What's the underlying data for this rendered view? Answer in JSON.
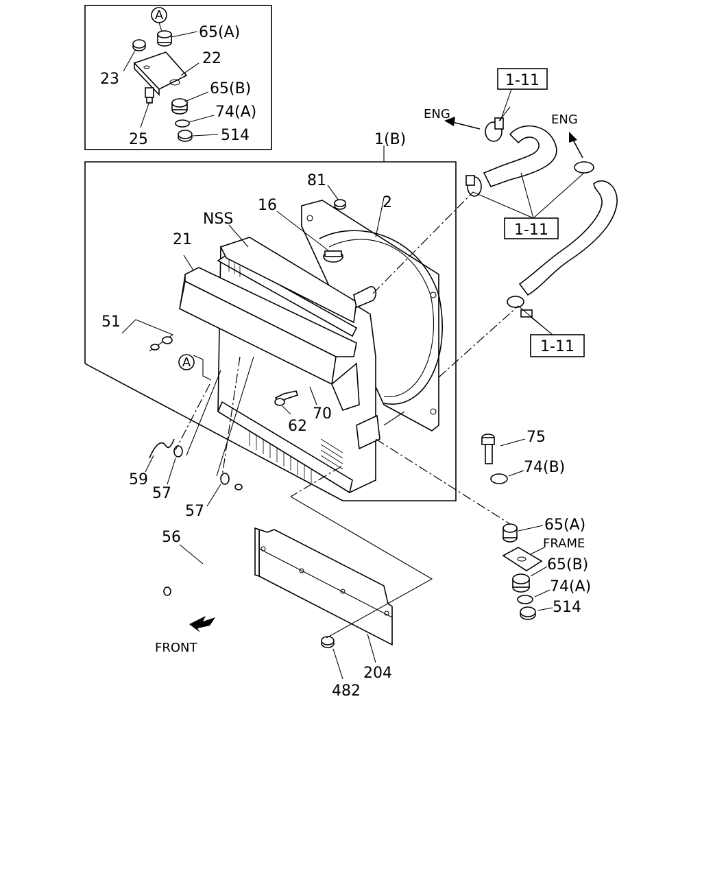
{
  "callouts": {
    "c65a_top": "65(A)",
    "c22": "22",
    "c23": "23",
    "c65b_top": "65(B)",
    "c74a_top": "74(A)",
    "c25": "25",
    "c514_top": "514",
    "c1b": "1(B)",
    "c81": "81",
    "c2": "2",
    "c16": "16",
    "cnss": "NSS",
    "c21": "21",
    "c51": "51",
    "c62": "62",
    "c70": "70",
    "c59": "59",
    "c57a": "57",
    "c57b": "57",
    "c56": "56",
    "c75": "75",
    "c74b": "74(B)",
    "c65a_bot": "65(A)",
    "cframe": "FRAME",
    "c65b_bot": "65(B)",
    "c74a_bot": "74(A)",
    "c514_bot": "514",
    "c204": "204",
    "c482": "482",
    "cfront": "FRONT",
    "ceng_left": "ENG",
    "ceng_right": "ENG",
    "ref1": "1-11",
    "ref2": "1-11",
    "ref3": "1-11",
    "circleA_top": "A",
    "circleA_mid": "A"
  }
}
